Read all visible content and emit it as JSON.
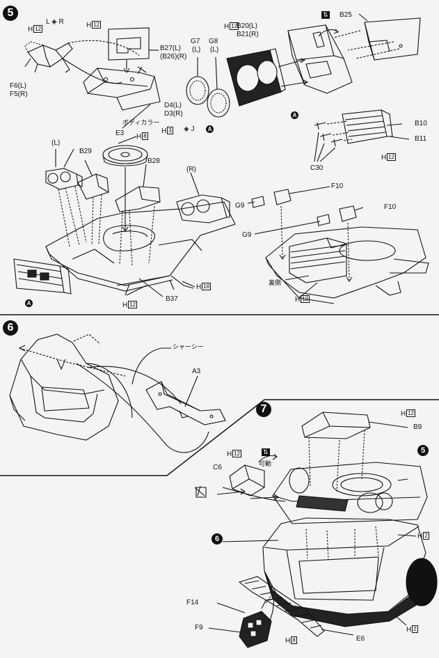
{
  "steps": {
    "s5": "5",
    "s6": "6",
    "s7": "7",
    "ref5": "5",
    "ref6": "6"
  },
  "step5": {
    "h12_tl": "H",
    "h12_tl_num": "12",
    "lr_left": "L",
    "lr_right": "R",
    "h12_top": "H",
    "h12_top_num": "12",
    "f6": "F6(L)",
    "f5": "F5(R)",
    "b27": "B27(L)",
    "b26": "(B26)(R)",
    "d4": "D4(L)",
    "d3": "D3(R)",
    "body_color": "ボディカラー",
    "h3": "H",
    "h3_num": "3",
    "j_a": "J",
    "mark_a": "A",
    "g7": "G7",
    "g7_side": "(L)",
    "g8": "G8",
    "g8_side": "(L)",
    "h12_g": "H",
    "h12_g_num": "12",
    "b20": "B20(L)",
    "b21": "B21(R)",
    "b25": "B25",
    "mark_a2": "A",
    "b10": "B10",
    "b11": "B11",
    "h12_b11": "H",
    "h12_b11_num": "12",
    "c30": "C30",
    "e3": "E3",
    "h8": "H",
    "h8_num": "8",
    "left_l": "(L)",
    "b29": "B29",
    "b28": "B28",
    "right_r": "(R)",
    "h18": "H",
    "h18_num": "18",
    "h12_bot": "H",
    "h12_bot_num": "12",
    "b37": "B37",
    "mark_a3": "A",
    "f10a": "F10",
    "g9a": "G9",
    "f10b": "F10",
    "g9b": "G9",
    "ura": "裏側",
    "h12_right": "H",
    "h12_right_num": "12"
  },
  "step6": {
    "chassis": "シャーシー",
    "a3": "A3"
  },
  "step7": {
    "h12_a": "H",
    "h12_a_num": "12",
    "b9": "B9",
    "h12_b": "H",
    "h12_b_num": "12",
    "c6": "C6",
    "kadou": "可動",
    "h2_a": "H",
    "h2_a_num": "2",
    "f14": "F14",
    "f9": "F9",
    "h8": "H",
    "h8_num": "8",
    "e6": "E6",
    "h2_b": "H",
    "h2_b_num": "2"
  }
}
